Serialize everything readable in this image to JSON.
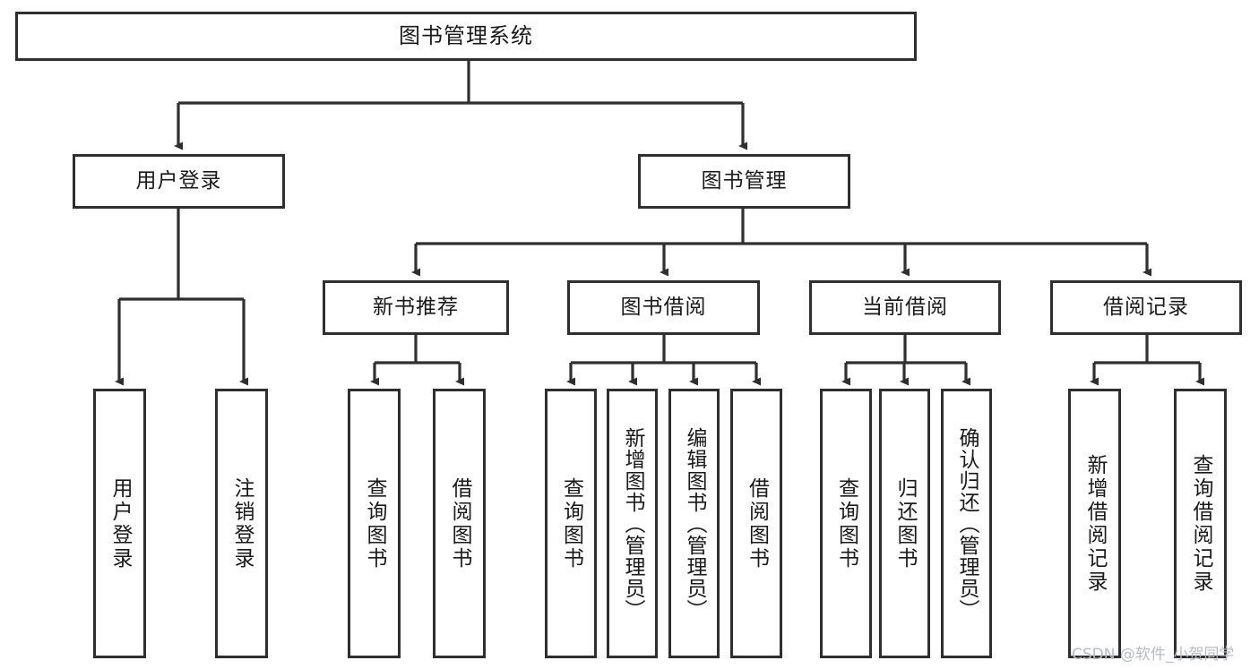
{
  "diagram": {
    "type": "tree-hierarchy",
    "title": "图书管理系统",
    "watermark": "CSDN @软件_小贺同学",
    "colors": {
      "box_border": "#2f2f2f",
      "box_fill": "#ffffff",
      "edge": "#2f2f2f",
      "text": "#1a1a1a",
      "watermark": "#b9bcc0",
      "background": "#ffffff"
    },
    "nodes": {
      "root": "图书管理系统",
      "level2": {
        "user_login": "用户登录",
        "book_manage": "图书管理"
      },
      "level3": {
        "new_book_rec": "新书推荐",
        "book_borrow": "图书借阅",
        "current_borrow": "当前借阅",
        "borrow_record": "借阅记录"
      },
      "leaves": {
        "user_login_1": "用户登录",
        "user_login_2": "注销登录",
        "new_book_rec_1": "查询图书",
        "new_book_rec_2": "借阅图书",
        "book_borrow_1": "查询图书",
        "book_borrow_2": "新增图书（管理员）",
        "book_borrow_3": "编辑图书（管理员）",
        "book_borrow_4": "借阅图书",
        "current_borrow_1": "查询图书",
        "current_borrow_2": "归还图书",
        "current_borrow_3": "确认归还（管理员）",
        "borrow_record_1": "新增借阅记录",
        "borrow_record_2": "查询借阅记录"
      }
    }
  }
}
